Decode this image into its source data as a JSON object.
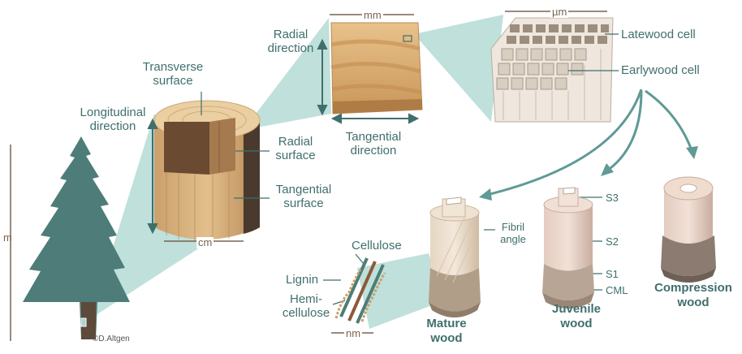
{
  "labels": {
    "transverse_surface": "Transverse surface",
    "longitudinal_direction": "Longitudinal direction",
    "radial_surface": "Radial surface",
    "tangential_surface": "Tangential surface",
    "radial_direction": "Radial direction",
    "tangential_direction": "Tangential direction",
    "latewood_cell": "Latewood cell",
    "earlywood_cell": "Earlywood cell",
    "fibril_angle": "Fibril angle",
    "s3": "S3",
    "s2": "S2",
    "s1": "S1",
    "cml": "CML",
    "cellulose": "Cellulose",
    "lignin": "Lignin",
    "hemicellulose": "Hemi-cellulose",
    "mature_wood": "Mature wood",
    "juvenile_wood": "Juvenile wood",
    "compression_wood": "Compression wood"
  },
  "units": {
    "m": "m",
    "cm": "cm",
    "mm": "mm",
    "um": "µm",
    "nm": "nm"
  },
  "credit": "©D.Altgen",
  "colors": {
    "label": "#3f6f6d",
    "tree": "#4e7d79",
    "zoom": "#a9d5cf",
    "arrow": "#5f9a95",
    "scale": "#7a6450",
    "wood": "#d9b27c",
    "bark": "#4a3a2e"
  }
}
